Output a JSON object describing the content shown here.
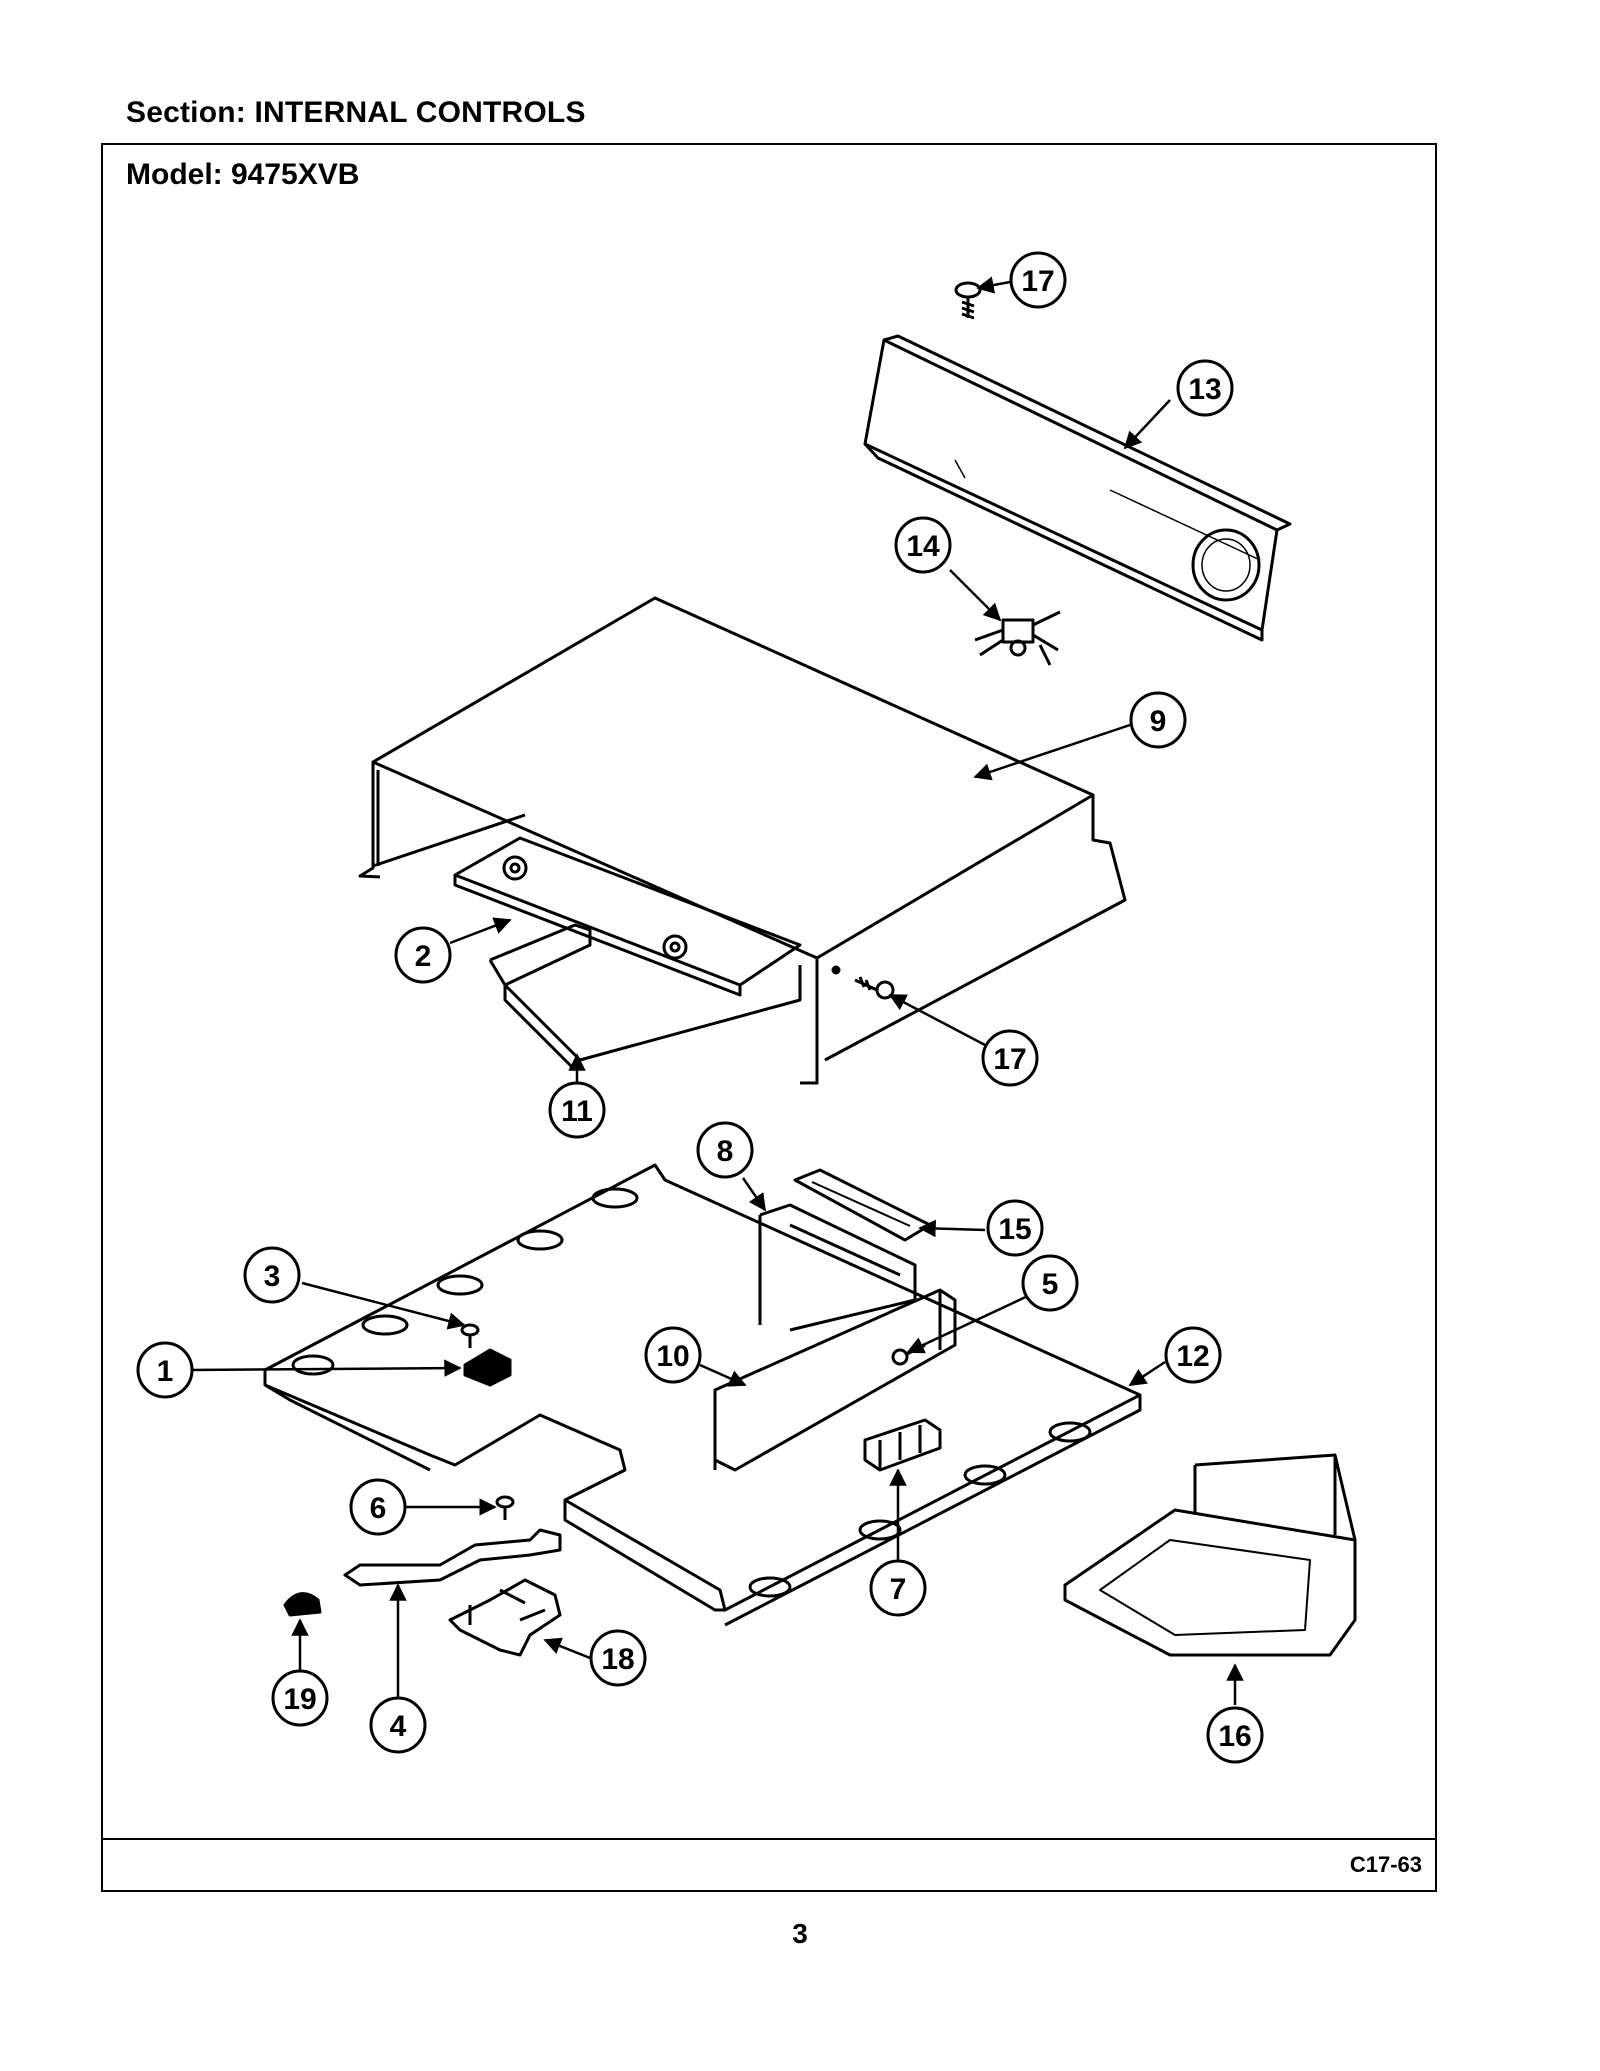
{
  "header": {
    "section_label": "Section:  INTERNAL CONTROLS",
    "model_label": "Model:  9475XVB"
  },
  "footer": {
    "diagram_code": "C17-63",
    "page_number": "3"
  },
  "callouts": [
    "17",
    "13",
    "14",
    "9",
    "2",
    "17",
    "11",
    "8",
    "15",
    "3",
    "5",
    "1",
    "10",
    "12",
    "6",
    "7",
    "19",
    "4",
    "18",
    "16"
  ]
}
